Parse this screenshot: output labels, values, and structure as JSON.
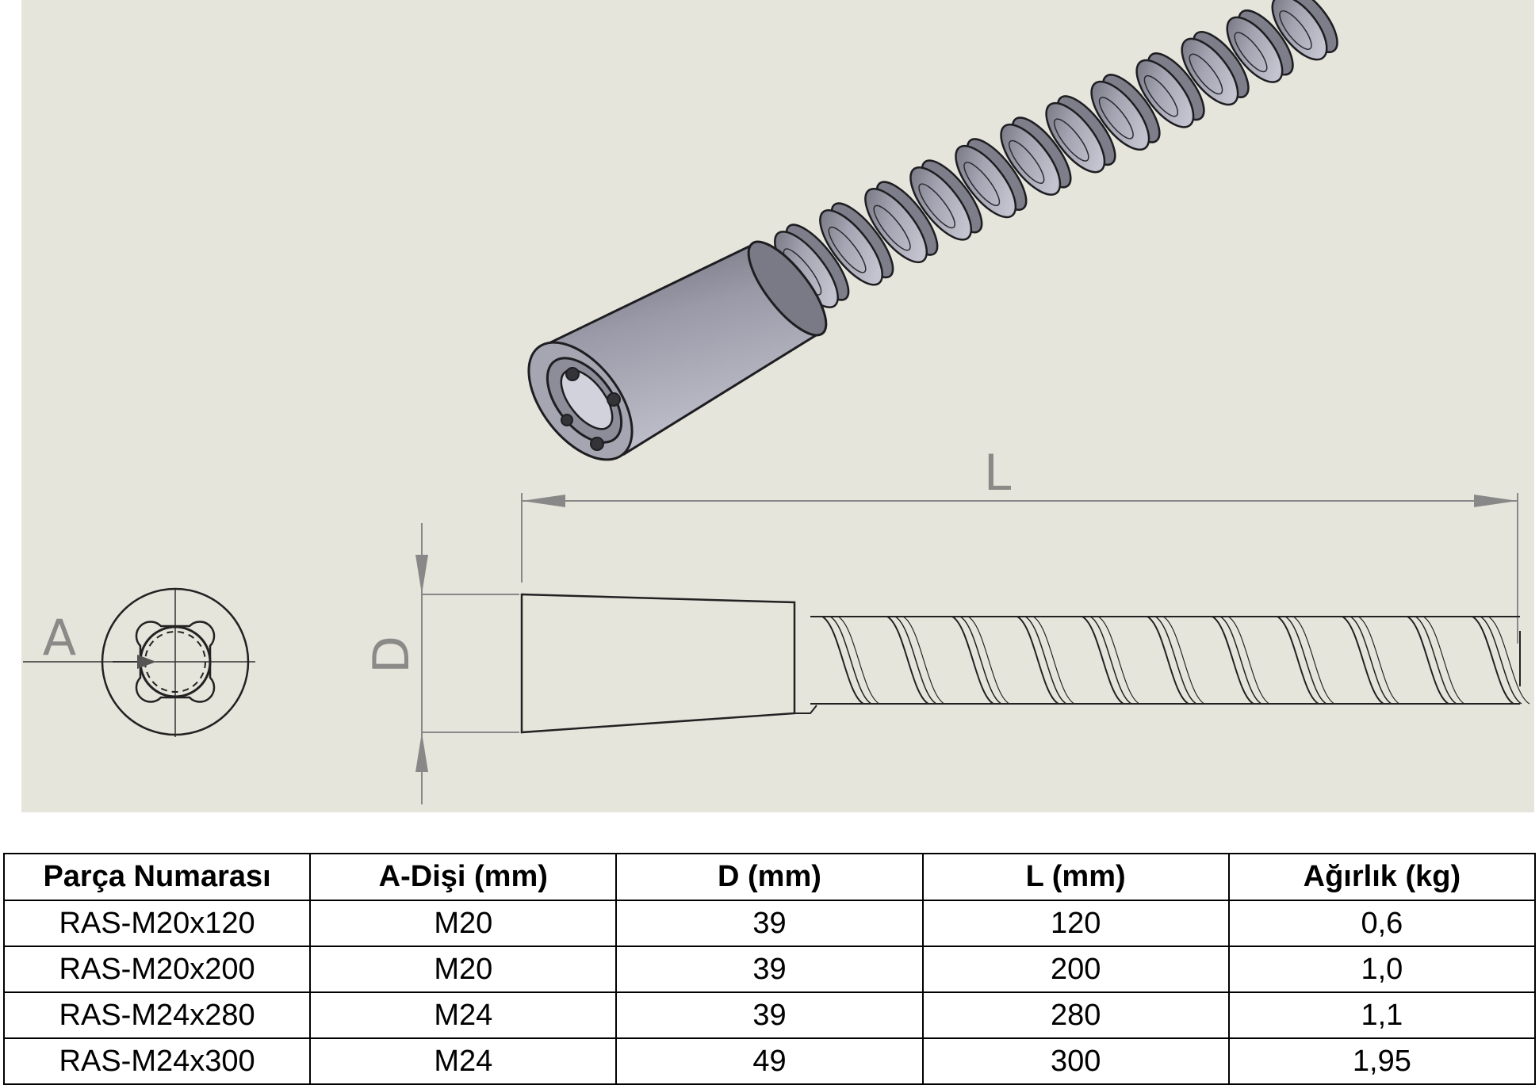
{
  "drawing": {
    "labels": {
      "length": "L",
      "diameter": "D",
      "thread": "A"
    },
    "colors": {
      "background": "#e6e5dc",
      "part": "#8f8f9c",
      "part_dark": "#5a5a66",
      "part_light": "#b9b9c6",
      "line": "#222222",
      "dim_line": "#8a8a88"
    }
  },
  "table": {
    "headers": [
      "Parça Numarası",
      "A-Dişi (mm)",
      "D (mm)",
      "L (mm)",
      "Ağırlık (kg)"
    ],
    "rows": [
      [
        "RAS-M20x120",
        "M20",
        "39",
        "120",
        "0,6"
      ],
      [
        "RAS-M20x200",
        "M20",
        "39",
        "200",
        "1,0"
      ],
      [
        "RAS-M24x280",
        "M24",
        "39",
        "280",
        "1,1"
      ],
      [
        "RAS-M24x300",
        "M24",
        "49",
        "300",
        "1,95"
      ]
    ]
  }
}
